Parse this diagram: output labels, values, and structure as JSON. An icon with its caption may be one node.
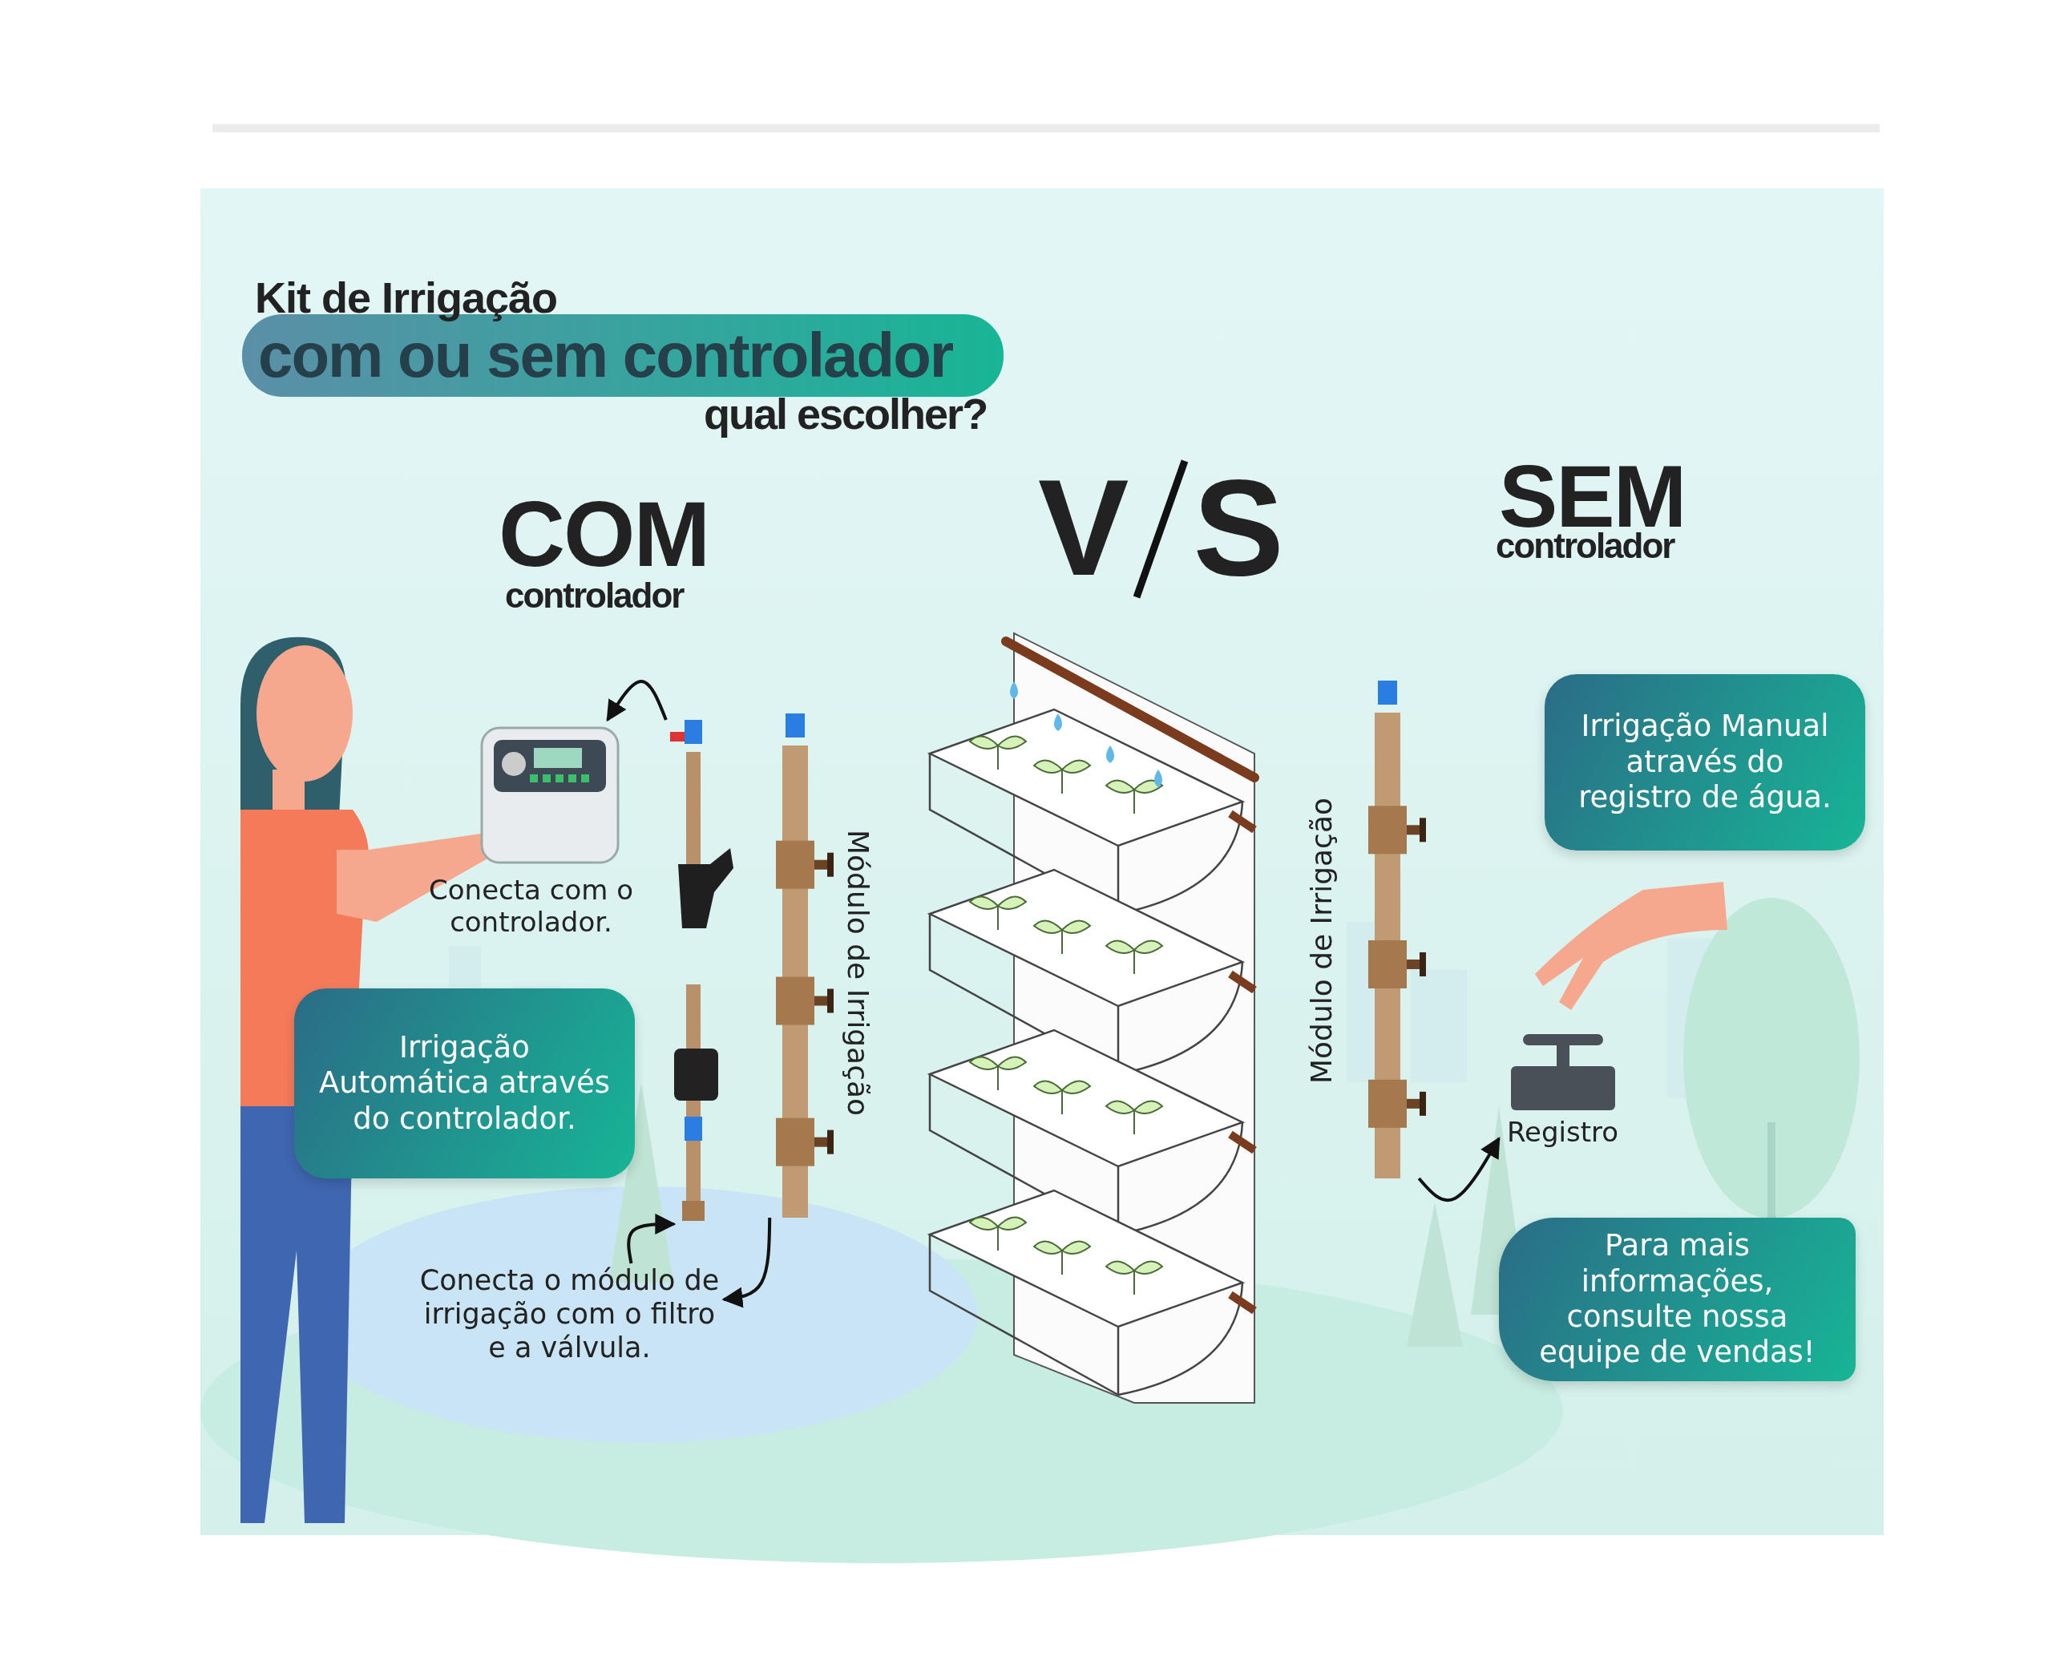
{
  "diagram": {
    "title": "Kit de Irrigação",
    "nodes": [
      {
        "text": [],
        "shape": "picture"
      },
      {
        "text": [],
        "shape": "picture"
      },
      {
        "text": [],
        "shape": "picture",
        "beside": [
          "Módulo de Irrigação"
        ]
      },
      {
        "text": [
          "Conecta o módulo de irrigação com o filtro e a válvula."
        ]
      },
      {
        "text": [],
        "shape": "picture",
        "beside": [
          "Módulo de Irrigação"
        ]
      },
      {
        "text": [
          "Registro"
        ]
      },
      {
        "text": [
          "Irrigação Automática através do controlador."
        ]
      },
      {
        "text": [
          "Irrigação Manual através do registro de água."
        ]
      },
      {
        "text": [
          "Para mais informações, consulte nossa equipe de vendas!"
        ]
      }
    ],
    "edges": [
      {
        "from": 1,
        "to": 0,
        "arrow": "to"
      },
      {
        "from": 3,
        "to": 1,
        "arrow": "to"
      },
      {
        "from": 2,
        "to": 3,
        "arrow": "to"
      },
      {
        "from": 4,
        "to": 5,
        "arrow": "to"
      }
    ],
    "labels": [
      "com ou sem controlador",
      "qual escolher?",
      "COM",
      "controlador",
      "VS",
      "SEM",
      "controlador",
      "Conecta com o controlador."
    ]
  }
}
